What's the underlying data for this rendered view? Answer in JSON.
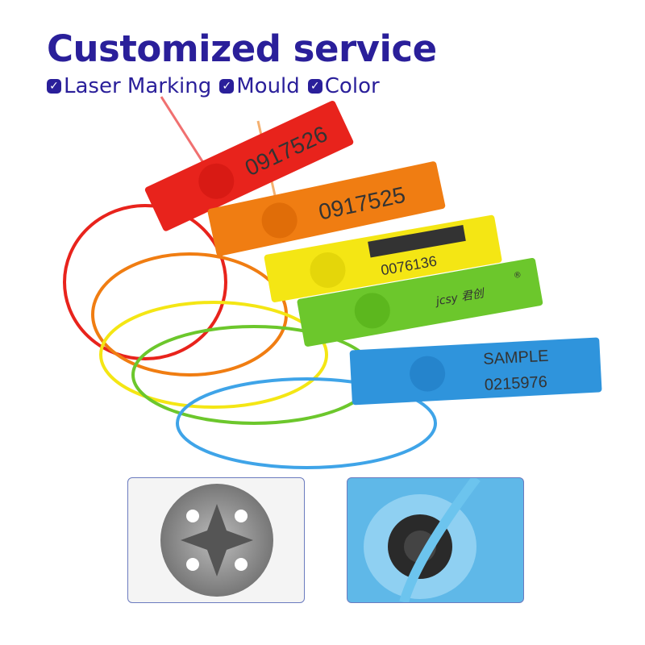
{
  "header": {
    "title": "Customized service",
    "features": [
      {
        "label": "Laser Marking",
        "icon": "check-icon"
      },
      {
        "label": "Mould",
        "icon": "check-icon"
      },
      {
        "label": "Color",
        "icon": "check-icon"
      }
    ]
  },
  "tags": [
    {
      "color": "#e8231c",
      "text": "0917526"
    },
    {
      "color": "#f07d12",
      "text": "0917525"
    },
    {
      "color": "#f4e614",
      "text": "0076136"
    },
    {
      "color": "#6cc72c",
      "logo_text": "jcsy 君创",
      "mark": "®"
    },
    {
      "color": "#2f94dc",
      "text": "SAMPLE",
      "text2": "0215976"
    }
  ],
  "colors": {
    "brand": "#2a1f9a"
  }
}
